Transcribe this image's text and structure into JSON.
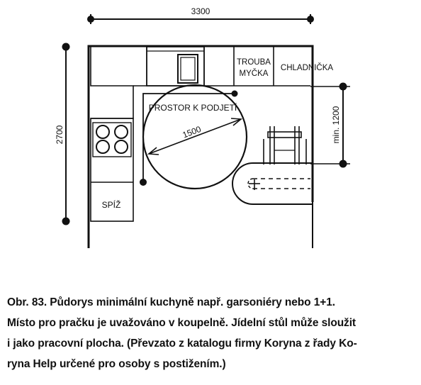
{
  "plan": {
    "dim_width": "3300",
    "dim_depth": "2700",
    "dim_min": "min. 1200",
    "dim_circle": "1500",
    "label_oven": "TROUBA",
    "label_dishwasher": "MYČKA",
    "label_fridge": "CHLADNIČKA",
    "label_space": "PROSTOR K PODJETÍ",
    "label_pantry": "SPÍŽ"
  },
  "caption": {
    "line1": "Obr. 83. Půdorys minimální kuchyně např. garsoniéry nebo 1+1.",
    "line2": "Místo pro pračku je uvažováno v koupelně. Jídelní stůl může sloužit",
    "line3": "i jako pracovní plocha. (Převzato z katalogu firmy Koryna z řady Ko-",
    "line4": "ryna Help určené pro osoby s postižením.)"
  }
}
